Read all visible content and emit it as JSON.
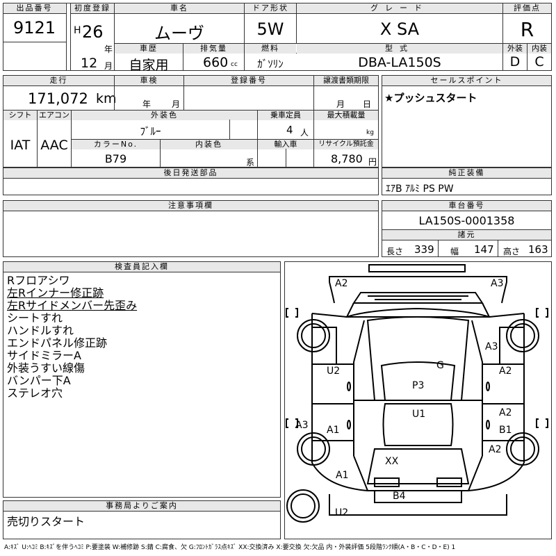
{
  "header": {
    "lot_label": "出品番号",
    "lot": "9121",
    "first_reg_label": "初度登録",
    "era": "H",
    "year": "26",
    "year_unit": "年",
    "month": "12",
    "month_unit": "月",
    "name_label": "車名",
    "name": "ムーヴ",
    "door_label": "ドア形状",
    "door": "5W",
    "grade_label": "グレード",
    "grade": "X SA",
    "score_label": "評価点",
    "score": "R",
    "history_label": "車歴",
    "history": "自家用",
    "disp_label": "排気量",
    "disp": "660",
    "disp_unit": "cc",
    "fuel_label": "燃料",
    "fuel": "ｶﾞｿﾘﾝ",
    "model_label": "型式",
    "model": "DBA-LA150S",
    "ext_label": "外装",
    "ext": "D",
    "int_label": "内装",
    "int": "C"
  },
  "row2": {
    "mileage_label": "走行",
    "mileage": "171,072",
    "mileage_unit": "km",
    "inspection_label": "車検",
    "insp_year_unit": "年",
    "insp_month_unit": "月",
    "reg_label": "登録番号",
    "transfer_label": "譲渡書類期限",
    "transfer_month": "月",
    "transfer_day": "日",
    "shift_label": "シフト",
    "shift": "IAT",
    "ac_label": "エアコン",
    "ac": "AAC",
    "color_label": "外装色",
    "color": "ﾌﾞﾙｰ",
    "capacity_label": "乗車定員",
    "capacity": "4",
    "capacity_unit": "人",
    "load_label": "最大積載量",
    "load_unit": "kg",
    "colorno_label": "カラーNo.",
    "colorno": "B79",
    "intcolor_label": "内装色",
    "intcolor_unit": "系",
    "import_label": "輸入車",
    "recycle_label": "リサイクル預託金",
    "recycle": "8,780",
    "recycle_unit": "円"
  },
  "sales": {
    "label": "セールスポイント",
    "text": "★プッシュスタート"
  },
  "later": {
    "label": "後日発送部品"
  },
  "equip": {
    "label": "純正装備",
    "text": "ｴｱB ｱﾙﾐ PS PW"
  },
  "caution": {
    "label": "注意事項欄"
  },
  "chassis": {
    "label": "車台番号",
    "number": "LA150S-0001358",
    "dim_label": "諸元",
    "len_label": "長さ",
    "len": "339",
    "wid_label": "幅",
    "wid": "147",
    "hgt_label": "高さ",
    "hgt": "163"
  },
  "inspector": {
    "label": "検査員記入欄",
    "lines": [
      {
        "text": "Rフロアシワ",
        "u": false
      },
      {
        "text": "左Rインナー修正跡",
        "u": true
      },
      {
        "text": "左Rサイドメンバー先歪み",
        "u": true
      },
      {
        "text": "シートすれ",
        "u": false
      },
      {
        "text": "ハンドルすれ",
        "u": false
      },
      {
        "text": "エンドパネル修正跡",
        "u": false
      },
      {
        "text": "サイドミラーA",
        "u": false
      },
      {
        "text": "外装うすい線傷",
        "u": false
      },
      {
        "text": "バンパー下A",
        "u": false
      },
      {
        "text": "ステレオ穴",
        "u": false
      }
    ]
  },
  "office": {
    "label": "事務局よりご案内",
    "text": "売切りスタート"
  },
  "diagram": {
    "marks": {
      "a2_tl": "A2",
      "a3_tr": "A3",
      "a3_r": "A3",
      "u2_l": "U2",
      "g": "G",
      "a2_r1": "A2",
      "p3": "P3",
      "u1": "U1",
      "a2_r2": "A2",
      "b1": "B1",
      "a3_l": "A3",
      "a1_l": "A1",
      "a2_r3": "A2",
      "xx": "XX",
      "a1_bl": "A1",
      "b4": "B4",
      "u2_b": "U2"
    }
  },
  "legend": "A:ｷｽﾞ U:ﾍｺﾐ B:ｷｽﾞを伴うﾍｺﾐ P:要塗装 W:補修跡 S:錆 C:腐食、欠 G:ﾌﾛﾝﾄｶﾞﾗｽ点ｷｽﾞ XX:交換済み X:要交換 欠:欠品 内・外装評価 5段階ﾗﾝｸ順(A・B・C・D・E) 1"
}
